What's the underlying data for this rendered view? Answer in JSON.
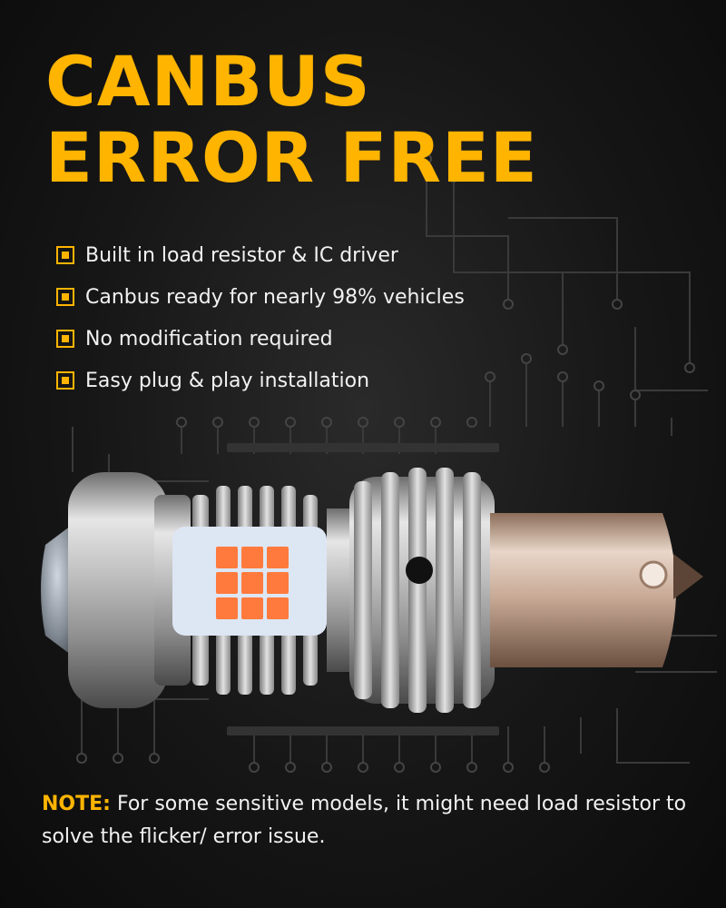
{
  "headline": {
    "line1": "CANBUS",
    "line2": "ERROR FREE"
  },
  "features": [
    "Built in load resistor & IC driver",
    "Canbus ready for nearly 98% vehicles",
    "No modification required",
    "Easy plug & play installation"
  ],
  "note": {
    "label": "NOTE:",
    "text": " For some sensitive models, it might need load resistor to solve the flicker/ error issue."
  },
  "colors": {
    "accent": "#ffb400",
    "text": "#f2f2f2",
    "background": "#151515",
    "led": "#ff7a3c"
  },
  "icons": {
    "bullet": "square-bullet-icon"
  }
}
